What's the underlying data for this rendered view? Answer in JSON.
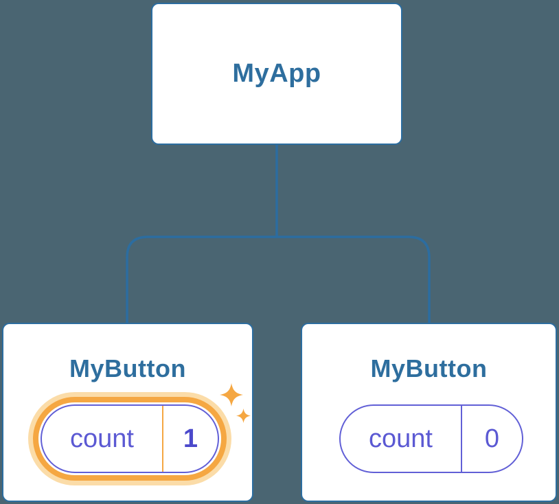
{
  "diagram": {
    "root": {
      "label": "MyApp"
    },
    "children": [
      {
        "label": "MyButton",
        "state": {
          "key": "count",
          "value": "1"
        },
        "highlighted": true
      },
      {
        "label": "MyButton",
        "state": {
          "key": "count",
          "value": "0"
        },
        "highlighted": false
      }
    ]
  },
  "colors": {
    "background": "#4A6572",
    "node_border_blue": "#2C6DA0",
    "node_text_blue": "#2E6E9E",
    "state_purple": "#5B59D3",
    "state_value_purple_bold": "#4B49CB",
    "highlight_orange": "#F5A742",
    "highlight_orange_glow": "#FBDCA8",
    "node_background": "#ffffff"
  },
  "icons": {
    "sparkle_big": "sparkle-icon",
    "sparkle_small": "sparkle-icon"
  }
}
